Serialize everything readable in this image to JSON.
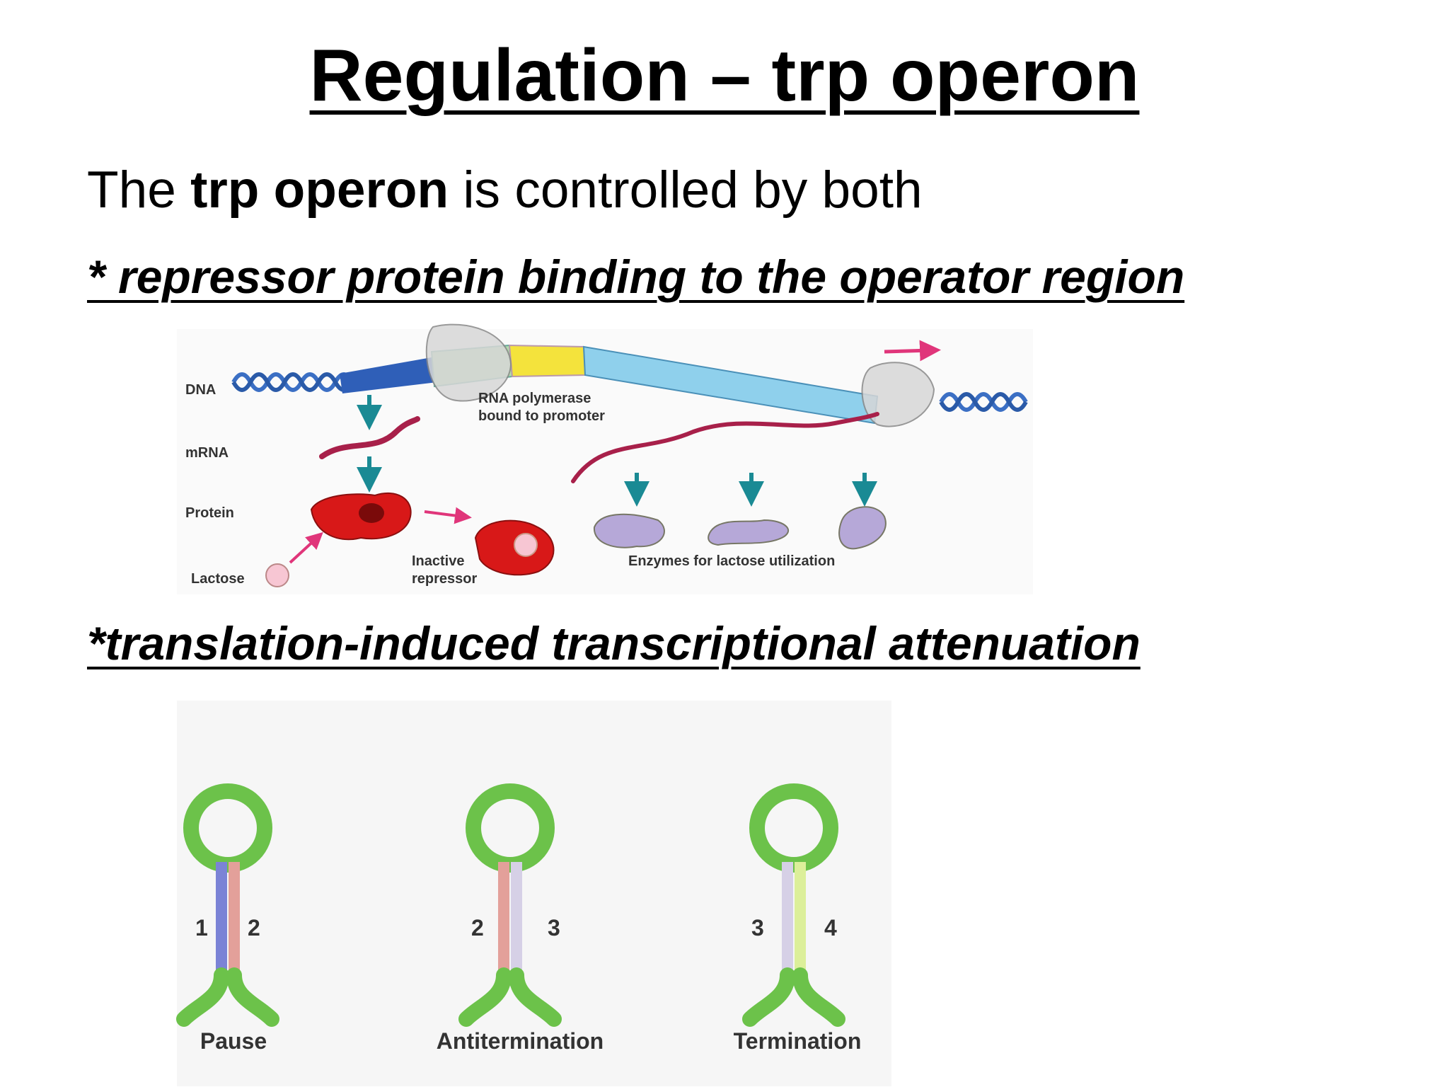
{
  "slide": {
    "title": "Regulation – trp operon",
    "intro": {
      "before": "The ",
      "bold": "trp operon",
      "after": " is controlled by both"
    },
    "point1": "*  repressor protein binding to the operator region",
    "point2": "*translation-induced transcriptional attenuation"
  },
  "operon_diagram": {
    "labels": {
      "dna": "DNA",
      "mrna": "mRNA",
      "protein": "Protein",
      "lactose": "Lactose",
      "polymerase_line1": "RNA polymerase",
      "polymerase_line2": "bound to promoter",
      "inactive_line1": "Inactive",
      "inactive_line2": "repressor",
      "enzymes": "Enzymes for lactose utilization"
    }
  },
  "attenuation_diagram": {
    "structures": [
      {
        "name": "Pause",
        "left": "1",
        "right": "2"
      },
      {
        "name": "Antitermination",
        "left": "2",
        "right": "3"
      },
      {
        "name": "Termination",
        "left": "3",
        "right": "4"
      }
    ]
  },
  "colors": {
    "hairpin_green": "#6cc24a",
    "stem1_blue": "#7b83d6",
    "stem2_pink": "#e3a09a",
    "stem3_lavender": "#d6d0e6",
    "stem4_lime": "#dcef9a",
    "dna_blue": "#3b6fc4",
    "mrna_crimson": "#a8204a",
    "repressor_red": "#d81818",
    "enzyme_lavender": "#b6a8d8",
    "arrow_teal": "#1a8a94",
    "arrow_pink": "#e0357a"
  }
}
